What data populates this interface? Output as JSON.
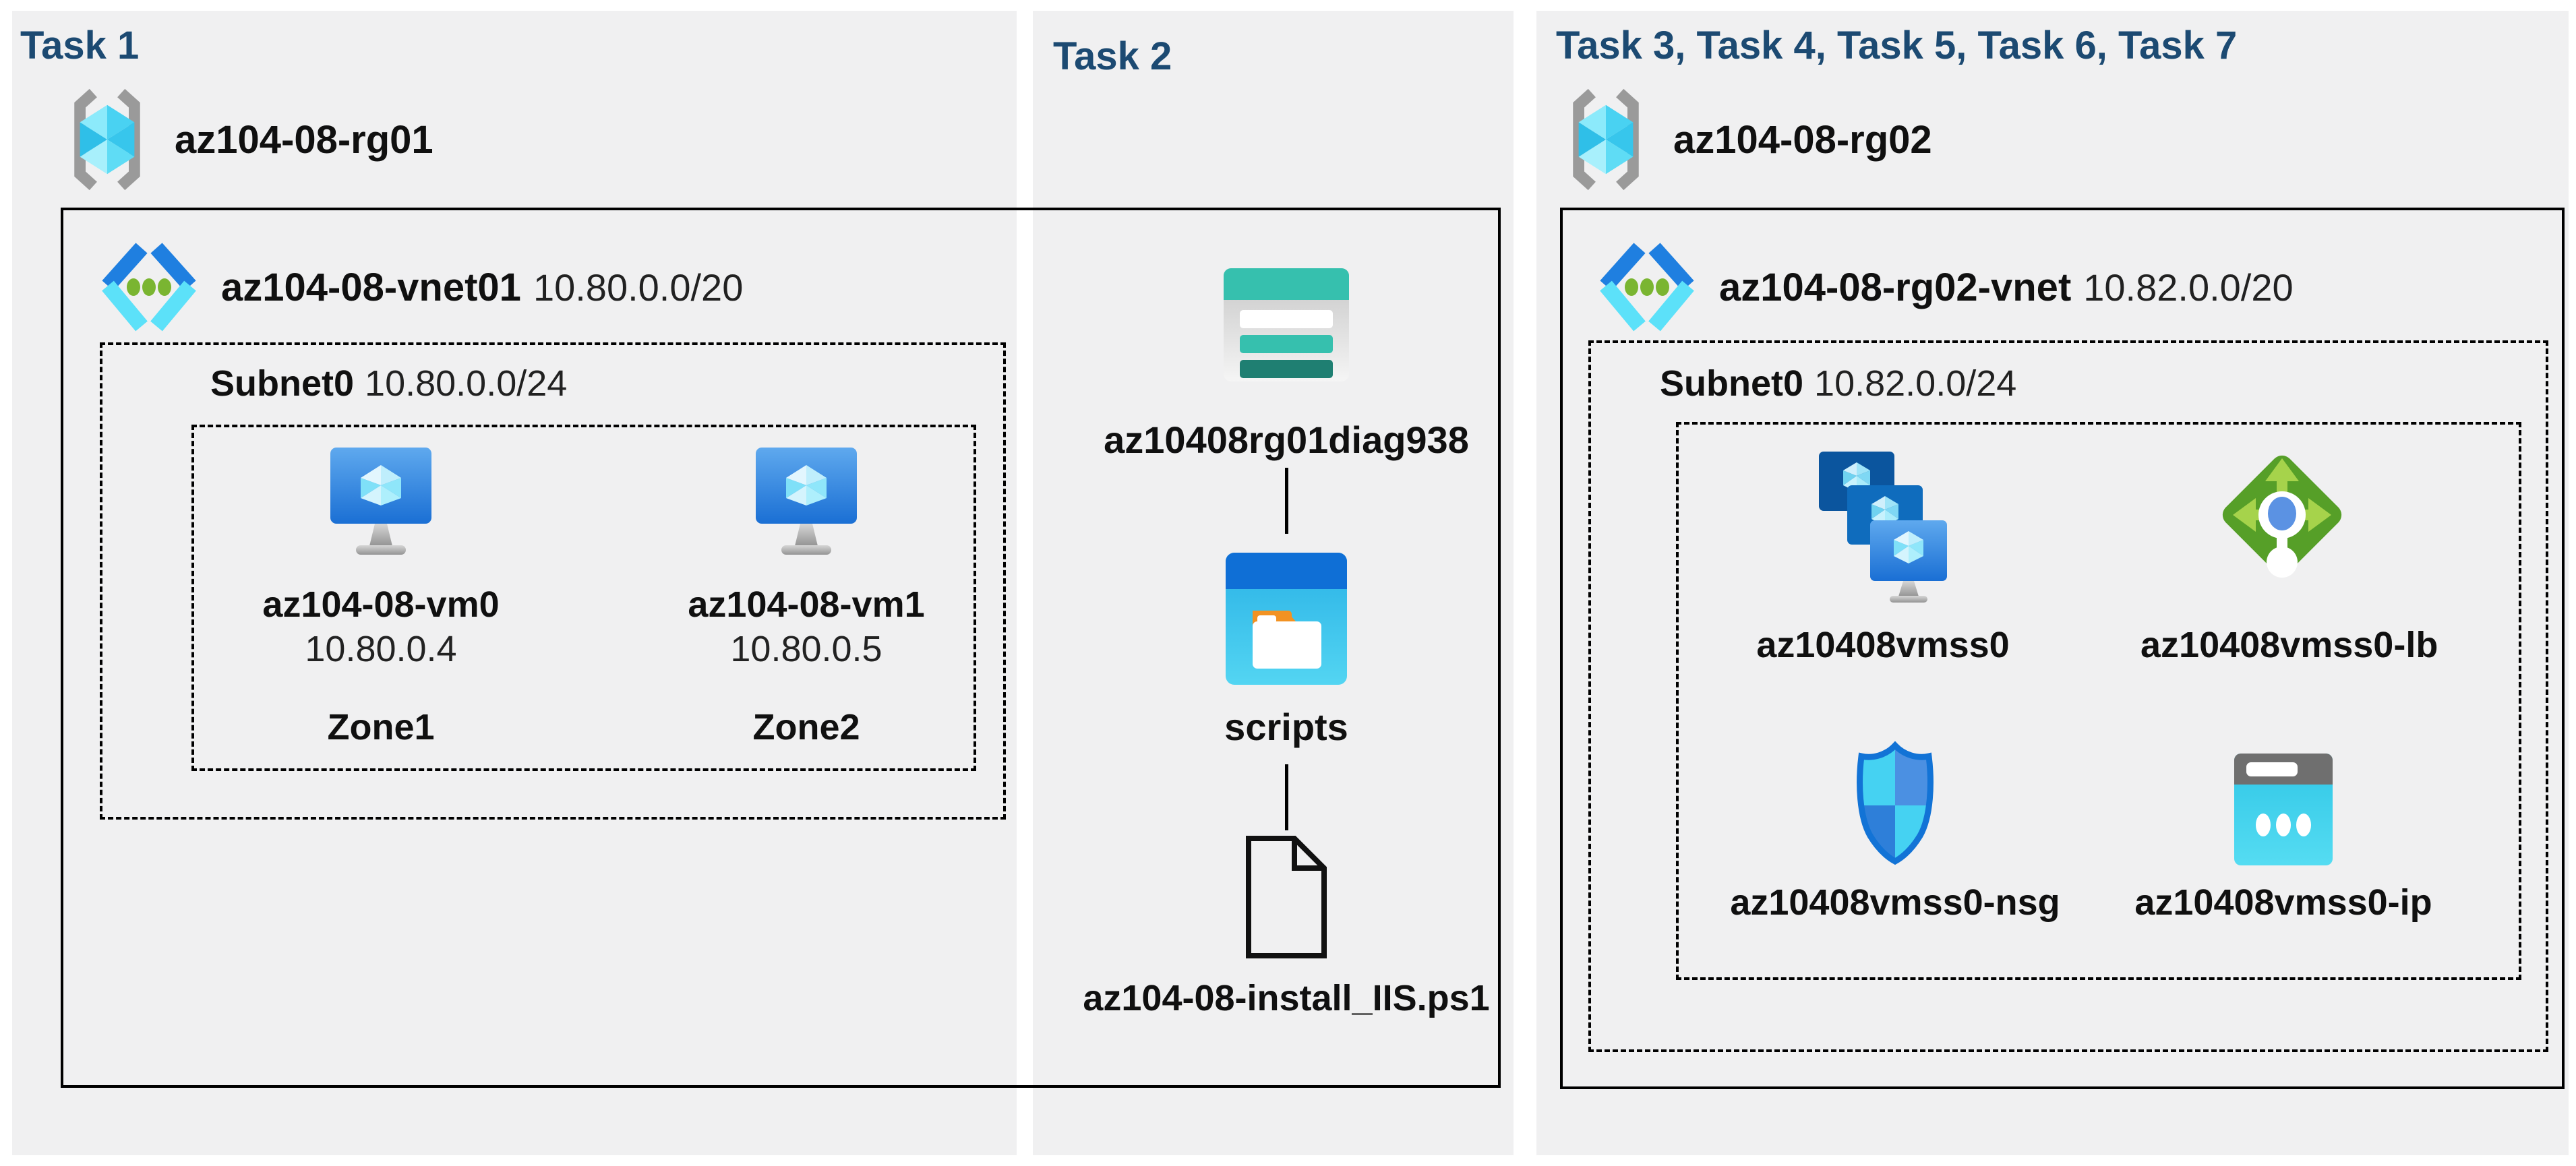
{
  "colors": {
    "task_header": "#1c4a72",
    "panel_bg": "#f0f0f1",
    "line": "#000000",
    "azure_blue": "#1a70d0",
    "azure_cyan": "#50e6ff",
    "vnet_green": "#7ab531",
    "storage_teal": "#36c0ae",
    "storage_teal_dark": "#1f7f72",
    "folder_orange": "#f29222",
    "lb_green": "#569f28",
    "lb_arrow_green": "#a6d34b",
    "nsg_blue": "#1273d6",
    "ip_gray": "#6f6f6f"
  },
  "panels": {
    "task1": {
      "header": "Task 1",
      "resource_group": {
        "name": "az104-08-rg01",
        "icon": "resource-group-icon"
      },
      "vnet": {
        "name": "az104-08-vnet01",
        "cidr": "10.80.0.0/20",
        "icon": "virtual-network-icon"
      },
      "subnet": {
        "name": "Subnet0",
        "cidr": "10.80.0.0/24"
      },
      "vms": [
        {
          "name": "az104-08-vm0",
          "ip": "10.80.0.4",
          "zone": "Zone1",
          "icon": "virtual-machine-icon"
        },
        {
          "name": "az104-08-vm1",
          "ip": "10.80.0.5",
          "zone": "Zone2",
          "icon": "virtual-machine-icon"
        }
      ]
    },
    "task2": {
      "header": "Task 2",
      "storage_account": {
        "name": "az10408rg01diag938",
        "icon": "storage-account-icon"
      },
      "folder": {
        "name": "scripts",
        "icon": "folder-icon"
      },
      "script_file": {
        "name": "az104-08-install_IIS.ps1",
        "icon": "document-icon"
      }
    },
    "task3": {
      "header": "Task 3, Task 4, Task 5, Task 6, Task 7",
      "resource_group": {
        "name": "az104-08-rg02",
        "icon": "resource-group-icon"
      },
      "vnet": {
        "name": "az104-08-rg02-vnet",
        "cidr": "10.82.0.0/20",
        "icon": "virtual-network-icon"
      },
      "subnet": {
        "name": "Subnet0",
        "cidr": "10.82.0.0/24"
      },
      "resources": [
        {
          "name": "az10408vmss0",
          "type": "vm-scale-set-icon"
        },
        {
          "name": "az10408vmss0-lb",
          "type": "load-balancer-icon"
        },
        {
          "name": "az10408vmss0-nsg",
          "type": "network-security-group-icon"
        },
        {
          "name": "az10408vmss0-ip",
          "type": "public-ip-icon"
        }
      ]
    }
  }
}
